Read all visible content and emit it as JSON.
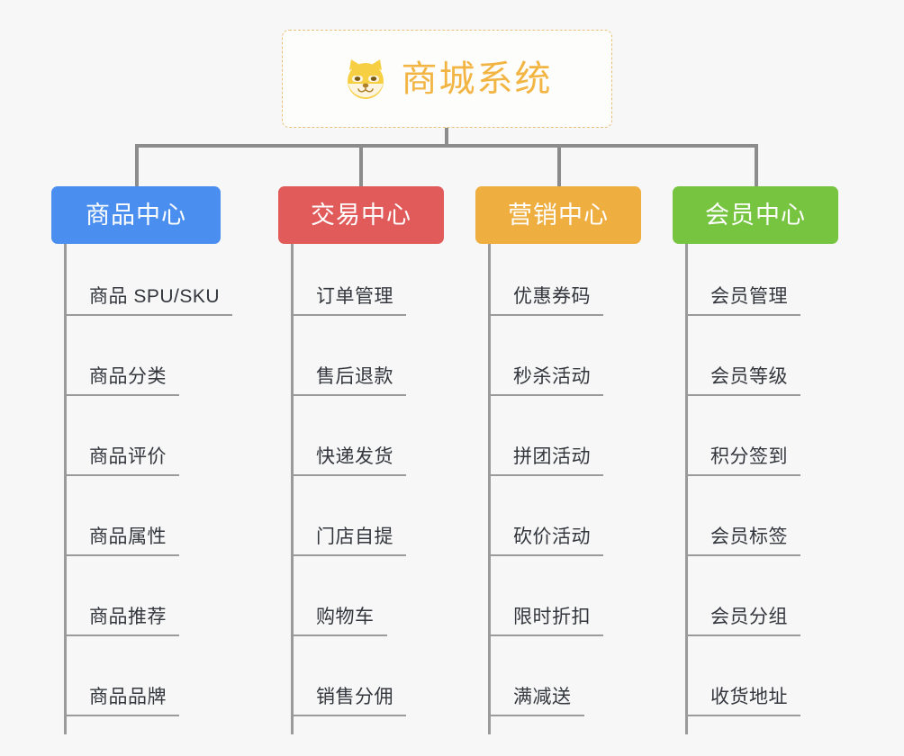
{
  "diagram": {
    "title": "商城系统",
    "root": {
      "label": "商城系统",
      "icon": "shiba-dog-icon",
      "text_color": "#f2b544",
      "border_color": "#e8c07a",
      "background": "#fdfdfb"
    },
    "connector_color": "#8c8c8c",
    "background": "#f7f7f7",
    "categories": [
      {
        "label": "商品中心",
        "color": "#4a8ff0",
        "items": [
          "商品 SPU/SKU",
          "商品分类",
          "商品评价",
          "商品属性",
          "商品推荐",
          "商品品牌"
        ]
      },
      {
        "label": "交易中心",
        "color": "#e15b5b",
        "items": [
          "订单管理",
          "售后退款",
          "快递发货",
          "门店自提",
          "购物车",
          "销售分佣"
        ]
      },
      {
        "label": "营销中心",
        "color": "#eeae40",
        "items": [
          "优惠券码",
          "秒杀活动",
          "拼团活动",
          "砍价活动",
          "限时折扣",
          "满减送"
        ]
      },
      {
        "label": "会员中心",
        "color": "#76c440",
        "items": [
          "会员管理",
          "会员等级",
          "积分签到",
          "会员标签",
          "会员分组",
          "收货地址"
        ]
      }
    ]
  }
}
